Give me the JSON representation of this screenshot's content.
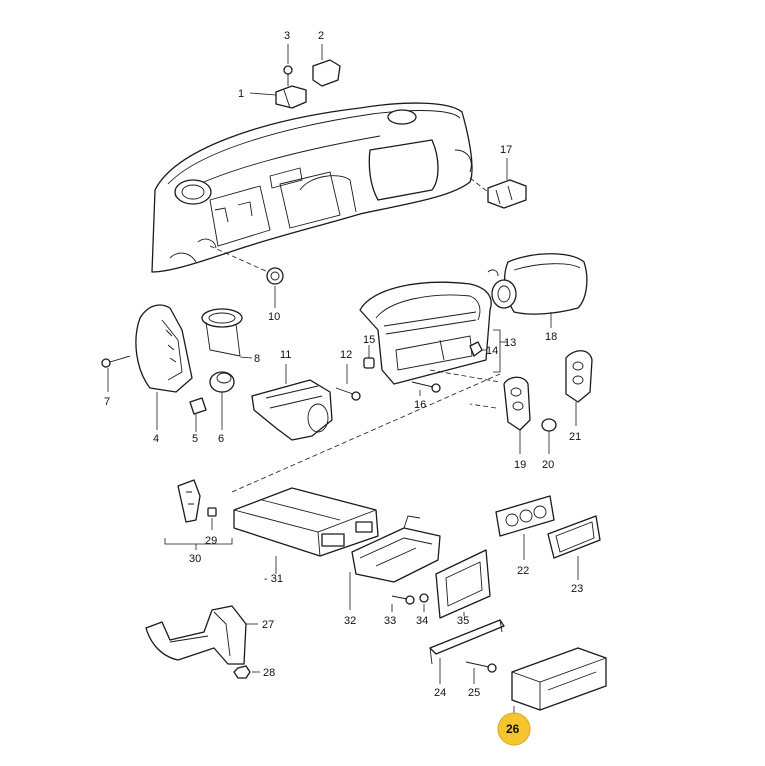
{
  "diagram": {
    "highlight_color": "#f5c530",
    "callouts": [
      {
        "id": "c1",
        "label": "1"
      },
      {
        "id": "c2",
        "label": "2"
      },
      {
        "id": "c3",
        "label": "3"
      },
      {
        "id": "c4",
        "label": "4"
      },
      {
        "id": "c5",
        "label": "5"
      },
      {
        "id": "c6",
        "label": "6"
      },
      {
        "id": "c7",
        "label": "7"
      },
      {
        "id": "c8",
        "label": "8"
      },
      {
        "id": "c10",
        "label": "10"
      },
      {
        "id": "c11",
        "label": "11"
      },
      {
        "id": "c12",
        "label": "12"
      },
      {
        "id": "c13",
        "label": "13"
      },
      {
        "id": "c14",
        "label": "14"
      },
      {
        "id": "c15",
        "label": "15"
      },
      {
        "id": "c16",
        "label": "16"
      },
      {
        "id": "c17",
        "label": "17"
      },
      {
        "id": "c18",
        "label": "18"
      },
      {
        "id": "c19",
        "label": "19"
      },
      {
        "id": "c20",
        "label": "20"
      },
      {
        "id": "c21",
        "label": "21"
      },
      {
        "id": "c22",
        "label": "22"
      },
      {
        "id": "c23",
        "label": "23"
      },
      {
        "id": "c24",
        "label": "24"
      },
      {
        "id": "c25",
        "label": "25"
      },
      {
        "id": "c26",
        "label": "26",
        "highlighted": true
      },
      {
        "id": "c27",
        "label": "27"
      },
      {
        "id": "c28",
        "label": "28"
      },
      {
        "id": "c29",
        "label": "29"
      },
      {
        "id": "c30",
        "label": "30"
      },
      {
        "id": "c31",
        "label": "- 31"
      },
      {
        "id": "c32",
        "label": "32"
      },
      {
        "id": "c33",
        "label": "33"
      },
      {
        "id": "c34",
        "label": "34"
      },
      {
        "id": "c35",
        "label": "35"
      }
    ]
  }
}
